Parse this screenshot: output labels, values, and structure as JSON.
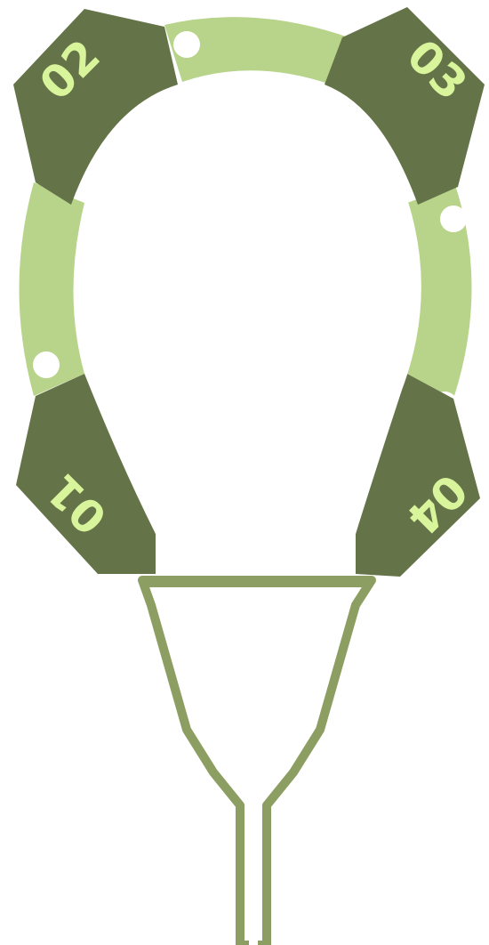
{
  "colors": {
    "dark_green": "#657448",
    "light_green": "#b8d48a",
    "outline_green": "#8c9e62",
    "number_text": "#d9f59c",
    "background": "#ffffff"
  },
  "pieces": [
    {
      "label": "01",
      "icon": "puzzle-piece-icon"
    },
    {
      "label": "02",
      "icon": "puzzle-piece-icon"
    },
    {
      "label": "03",
      "icon": "puzzle-piece-icon"
    },
    {
      "label": "04",
      "icon": "puzzle-piece-icon"
    }
  ],
  "bulb_icon": "lightbulb-outline-icon"
}
